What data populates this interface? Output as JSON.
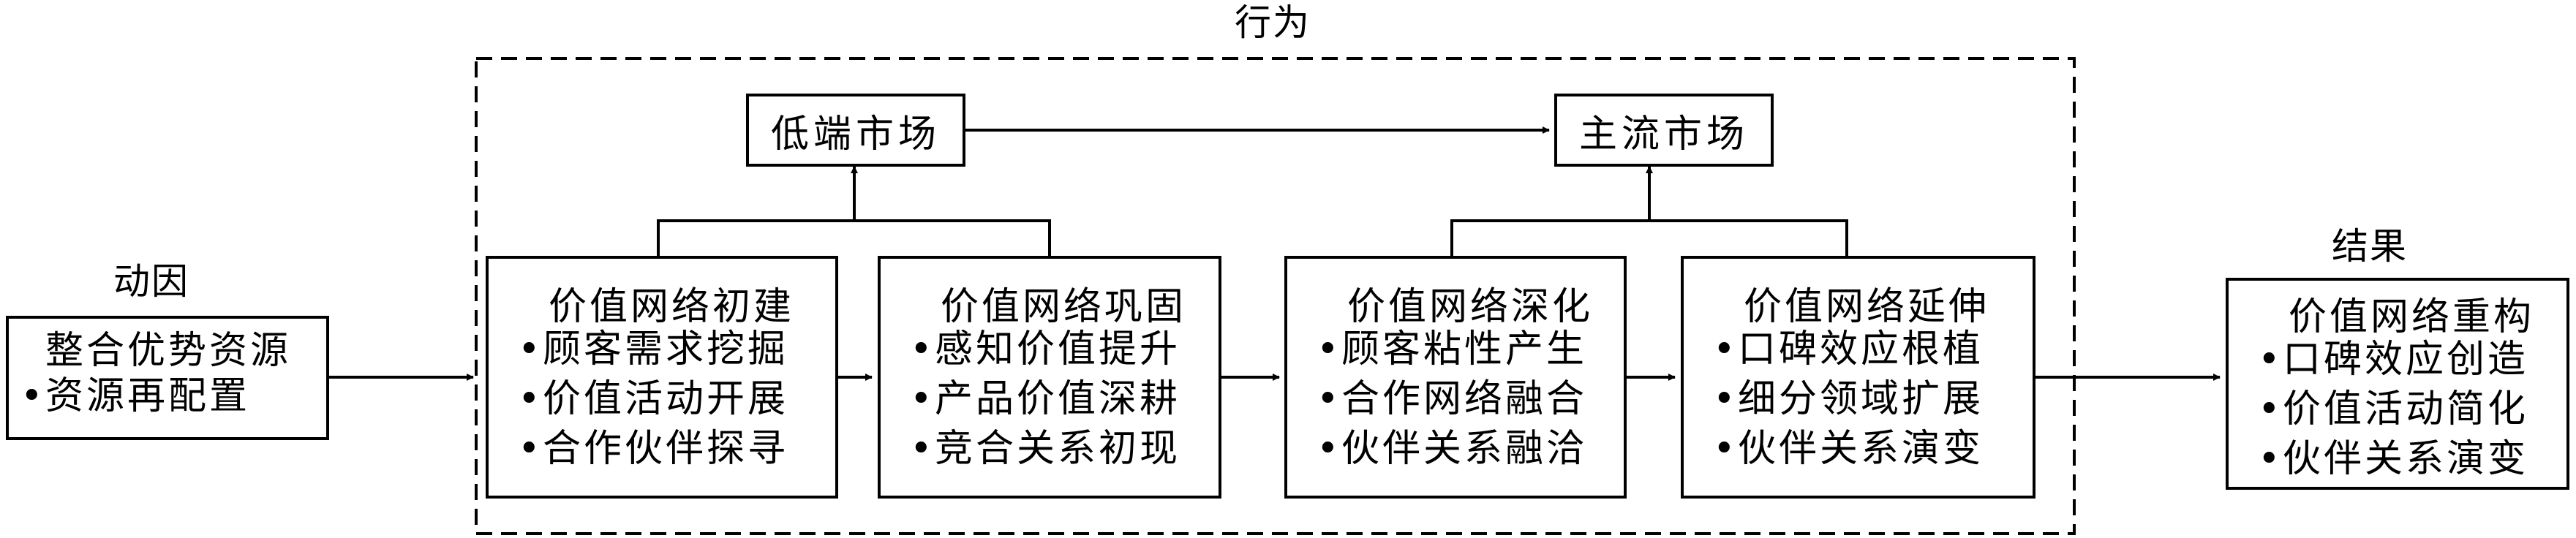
{
  "labels": {
    "behavior": "行为",
    "cause": "动因",
    "result": "结果"
  },
  "cause_box": {
    "heading": "整合优势资源",
    "items": [
      "资源再配置"
    ]
  },
  "markets": {
    "low_end": "低端市场",
    "mainstream": "主流市场"
  },
  "stages": [
    {
      "heading": "价值网络初建",
      "items": [
        "顾客需求挖掘",
        "价值活动开展",
        "合作伙伴探寻"
      ]
    },
    {
      "heading": "价值网络巩固",
      "items": [
        "感知价值提升",
        "产品价值深耕",
        "竞合关系初现"
      ]
    },
    {
      "heading": "价值网络深化",
      "items": [
        "顾客粘性产生",
        "合作网络融合",
        "伙伴关系融洽"
      ]
    },
    {
      "heading": "价值网络延伸",
      "items": [
        "口碑效应根植",
        "细分领域扩展",
        "伙伴关系演变"
      ]
    }
  ],
  "result_box": {
    "heading": "价值网络重构",
    "items": [
      "口碑效应创造",
      "价值活动简化",
      "伙伴关系演变"
    ]
  }
}
